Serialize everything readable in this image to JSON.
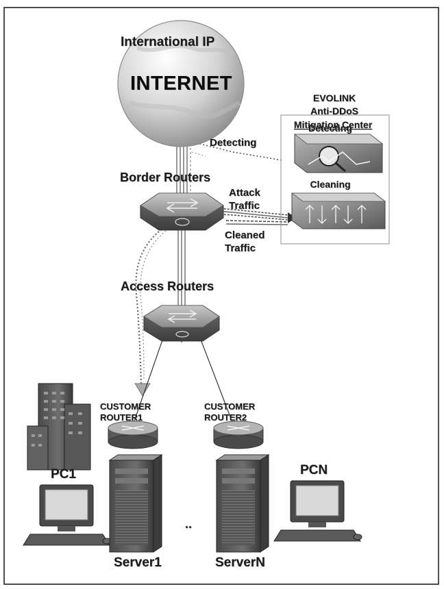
{
  "diagram": {
    "internet_title": "International IP",
    "internet_label": "INTERNET",
    "mitigation": {
      "line1": "EVOLINK",
      "line2": "Anti-DDoS",
      "line3": "Mitigation Center",
      "detecting_box": "Detecting",
      "cleaning_box": "Cleaning"
    },
    "detecting_label": "Detecting",
    "border_routers": "Border Routers",
    "attack_line1": "Attack",
    "attack_line2": "Traffic",
    "cleaned_line1": "Cleaned",
    "cleaned_line2": "Traffic",
    "access_routers": "Access Routers",
    "customer_router1_line1": "CUSTOMER",
    "customer_router1_line2": "ROUTER1",
    "customer_router2_line1": "CUSTOMER",
    "customer_router2_line2": "ROUTER2",
    "pc1": "PC1",
    "pcn": "PCN",
    "server1": "Server1",
    "servern": "ServerN",
    "ellipsis": ".."
  }
}
